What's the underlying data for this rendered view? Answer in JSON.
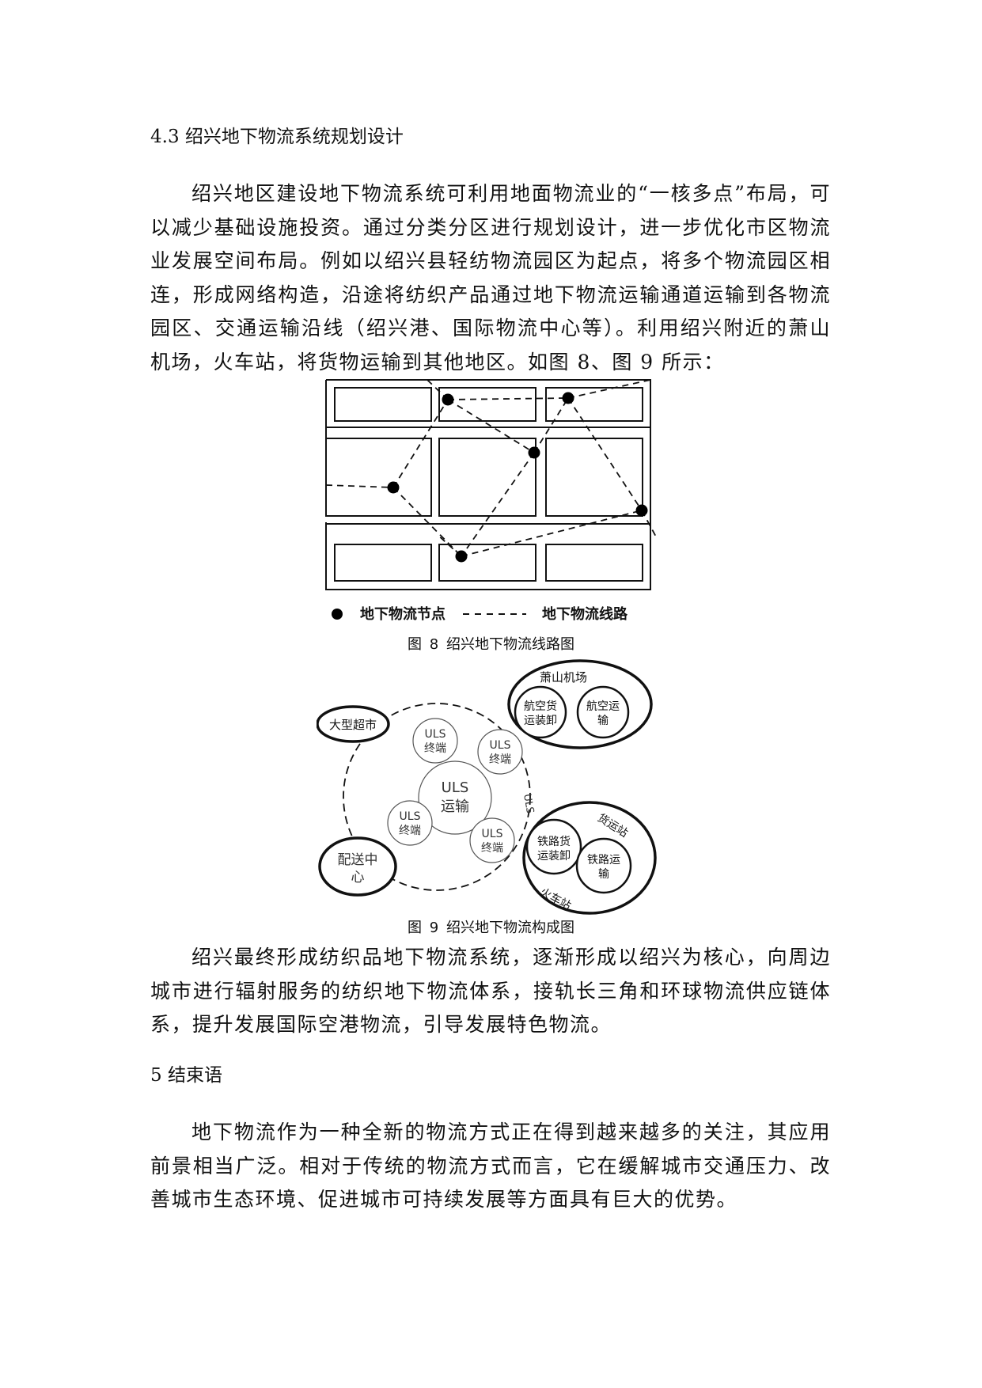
{
  "section_4_3": {
    "heading": "4.3 绍兴地下物流系统规划设计",
    "paragraph_1": "绍兴地区建设地下物流系统可利用地面物流业的“一核多点”布局，可以减少基础设施投资。通过分类分区进行规划设计，进一步优化市区物流业发展空间布局。例如以绍兴县轻纺物流园区为起点，将多个物流园区相连，形成网络构造，沿途将纺织产品通过地下物流运输通道运输到各物流园区、交通运输沿线（绍兴港、国际物流中心等）。利用绍兴附近的萧山机场，火车站，将货物运输到其他地区。如图 8、图 9 所示：",
    "paragraph_2": "绍兴最终形成纺织品地下物流系统，逐渐形成以绍兴为核心，向周边城市进行辐射服务的纺织地下物流体系，接轨长三角和环球物流供应链体系，提升发展国际空港物流，引导发展特色物流。"
  },
  "figure_8": {
    "legend_node": "地下物流节点",
    "legend_line": "地下物流线路",
    "caption": "图 8 绍兴地下物流线路图"
  },
  "figure_9": {
    "center": [
      "ULS",
      "运输"
    ],
    "ring_label": "ULS",
    "terminal": [
      "ULS",
      "终端"
    ],
    "supermarket": "大型超市",
    "distribution": [
      "配送中",
      "心"
    ],
    "airport": "萧山机场",
    "air_cargo": [
      "航空货",
      "运装卸"
    ],
    "air_transport": [
      "航空运",
      "输"
    ],
    "freight_station": "货运站",
    "rail_cargo": [
      "铁路货",
      "运装卸"
    ],
    "rail_transport": [
      "铁路运",
      "输"
    ],
    "train_station": "火车站",
    "caption": "图 9 绍兴地下物流构成图"
  },
  "section_5": {
    "heading": "5 结束语",
    "paragraph": "地下物流作为一种全新的物流方式正在得到越来越多的关注，其应用前景相当广泛。相对于传统的物流方式而言，它在缓解城市交通压力、改善城市生态环境、促进城市可持续发展等方面具有巨大的优势。"
  }
}
